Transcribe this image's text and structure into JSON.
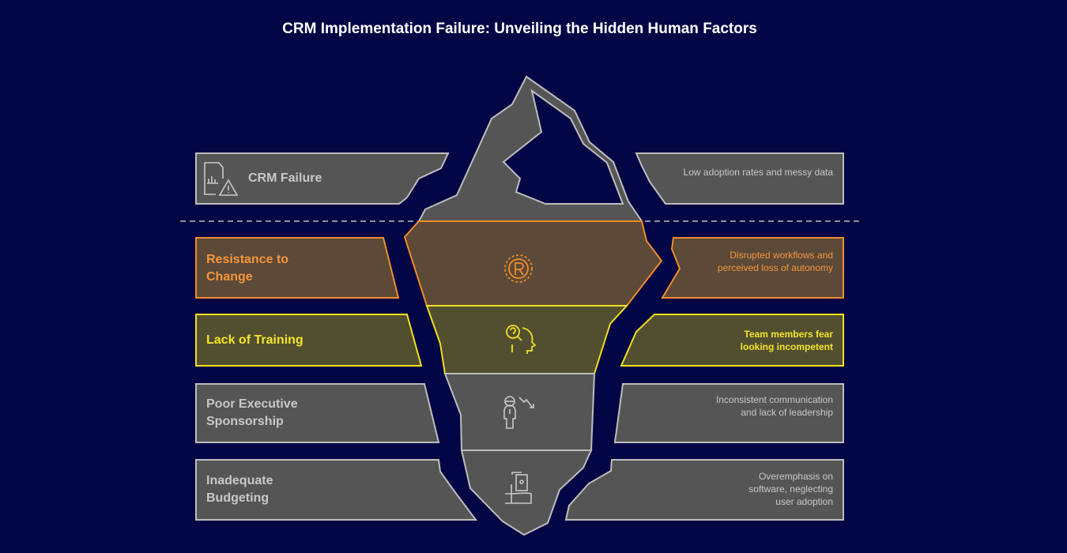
{
  "title": "CRM Implementation Failure: Unveiling the Hidden Human Factors",
  "colors": {
    "background": "#020644",
    "gray_fill": "#555555",
    "gray_stroke": "#bdbdbd",
    "orange_fill": "#5c4938",
    "orange_stroke": "#f28c28",
    "yellow_fill": "#524f30",
    "yellow_stroke": "#f2e01e"
  },
  "levels": [
    {
      "label": "CRM Failure",
      "description": "Low adoption rates and messy data",
      "icon": "chart-warning-icon",
      "visible": "above-water"
    },
    {
      "label": "Resistance to Change",
      "description": "Disrupted workflows and perceived loss of autonomy",
      "icon": "gear-r-icon"
    },
    {
      "label": "Lack of Training",
      "description": "Team members fear looking incompetent",
      "icon": "head-question-icon"
    },
    {
      "label": "Poor Executive Sponsorship",
      "description": "Inconsistent communication and lack of leadership",
      "icon": "person-down-trend-icon"
    },
    {
      "label": "Inadequate Budgeting",
      "description": "Overemphasis on software, neglecting user adoption",
      "icon": "money-hand-icon"
    }
  ]
}
